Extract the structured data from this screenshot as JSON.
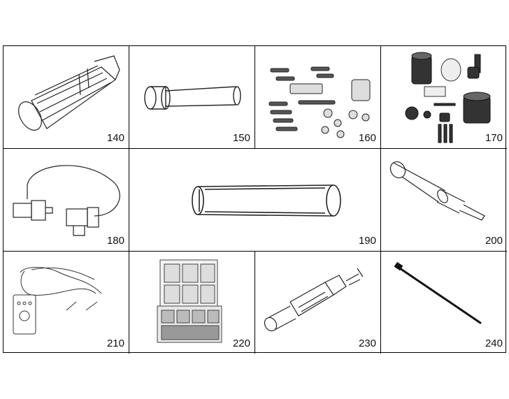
{
  "items": [
    {
      "number": "140",
      "icon": "spline-shaft-icon"
    },
    {
      "number": "150",
      "icon": "pin-tool-icon"
    },
    {
      "number": "160",
      "icon": "bolt-kit-icon"
    },
    {
      "number": "170",
      "icon": "bearing-puller-kit-icon"
    },
    {
      "number": "180",
      "icon": "hose-coupling-icon"
    },
    {
      "number": "190",
      "icon": "tube-tool-icon"
    },
    {
      "number": "200",
      "icon": "installer-tool-icon"
    },
    {
      "number": "210",
      "icon": "test-leads-box-icon"
    },
    {
      "number": "220",
      "icon": "parts-case-icon"
    },
    {
      "number": "230",
      "icon": "hydraulic-puller-icon"
    },
    {
      "number": "240",
      "icon": "long-rod-icon"
    }
  ]
}
